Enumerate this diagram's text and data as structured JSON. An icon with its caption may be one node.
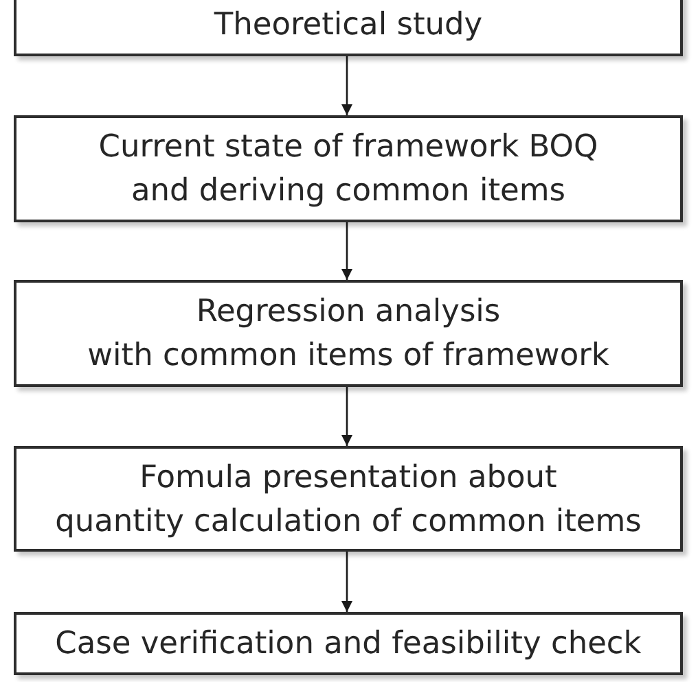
{
  "diagram": {
    "nodes": [
      {
        "text": [
          "Theoretical study"
        ]
      },
      {
        "text": [
          "Current state of framework BOQ and deriving common items"
        ]
      },
      {
        "text": [
          "Regression analysis with common items of framework"
        ]
      },
      {
        "text": [
          "Fomula presentation about quantity calculation of common items"
        ]
      },
      {
        "text": [
          "Case verification and feasibility check"
        ]
      }
    ],
    "edges": [
      {
        "from": 0,
        "to": 1,
        "arrow": "to"
      },
      {
        "from": 1,
        "to": 2,
        "arrow": "to"
      },
      {
        "from": 2,
        "to": 3,
        "arrow": "to"
      },
      {
        "from": 3,
        "to": 4,
        "arrow": "to"
      }
    ]
  }
}
